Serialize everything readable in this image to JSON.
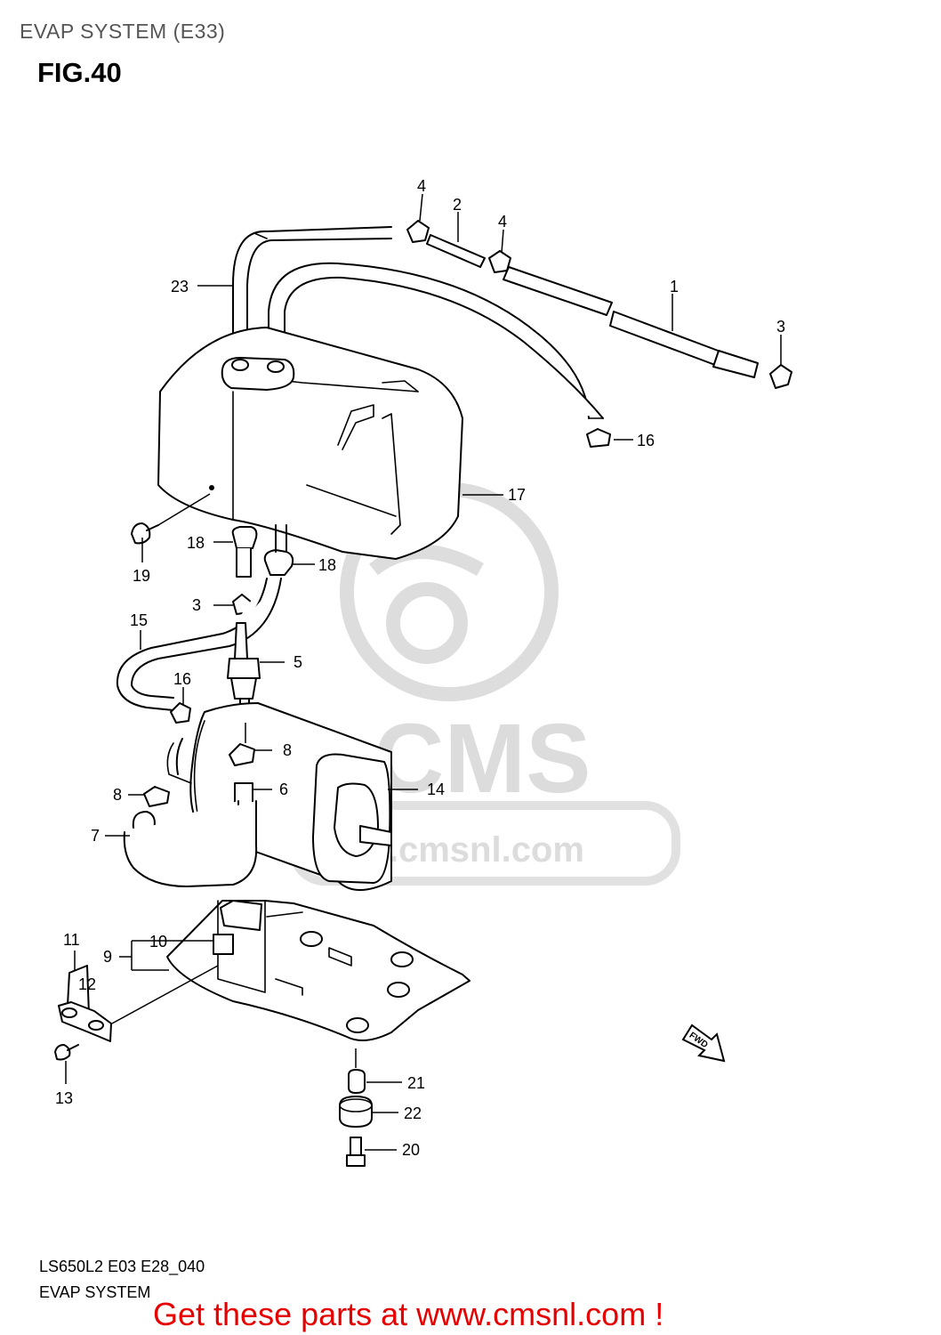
{
  "header": {
    "title": "EVAP SYSTEM (E33)",
    "figure": "FIG.40"
  },
  "callouts": [
    "1",
    "2",
    "3",
    "3",
    "4",
    "4",
    "5",
    "6",
    "7",
    "8",
    "8",
    "9",
    "10",
    "11",
    "12",
    "13",
    "14",
    "15",
    "16",
    "16",
    "17",
    "18",
    "18",
    "19",
    "20",
    "21",
    "22",
    "23"
  ],
  "watermark": {
    "brand": "CMS",
    "url": "www.cmsnl.com",
    "color": "#d4d4d4"
  },
  "fwd_label": "FWD",
  "footer": {
    "code": "LS650L2 E03 E28_040",
    "name": "EVAP SYSTEM",
    "promo": "Get these parts at www.cmsnl.com !",
    "promo_color": "#e60000"
  }
}
